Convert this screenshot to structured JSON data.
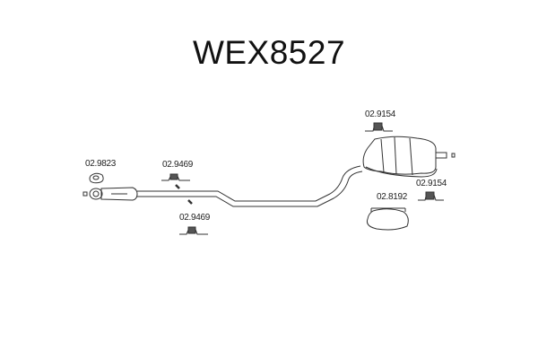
{
  "title": "WEX8527",
  "parts": [
    {
      "id": "gasket",
      "label": "02.9823"
    },
    {
      "id": "hanger-front-upper",
      "label": "02.9469"
    },
    {
      "id": "hanger-front-lower",
      "label": "02.9469"
    },
    {
      "id": "hanger-rear-upper",
      "label": "02.9154"
    },
    {
      "id": "hanger-rear-lower",
      "label": "02.9154"
    },
    {
      "id": "clamp-ring",
      "label": "02.8192"
    }
  ]
}
